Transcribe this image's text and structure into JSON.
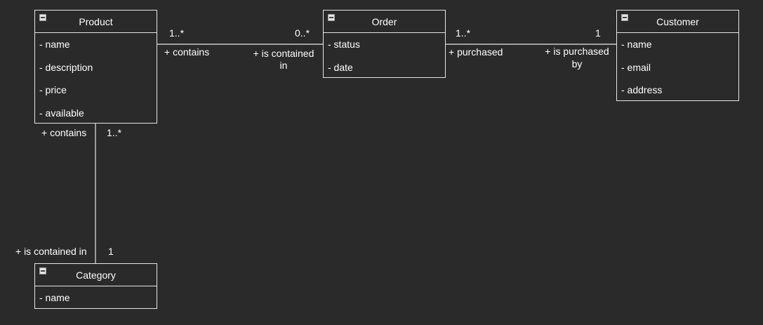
{
  "classes": {
    "product": {
      "name": "Product",
      "attributes": [
        "- name",
        "- description",
        "- price",
        "- available"
      ]
    },
    "order": {
      "name": "Order",
      "attributes": [
        "- status",
        "- date"
      ]
    },
    "customer": {
      "name": "Customer",
      "attributes": [
        "- name",
        "- email",
        "- address"
      ]
    },
    "category": {
      "name": "Category",
      "attributes": [
        "- name"
      ]
    }
  },
  "associations": {
    "product_order": {
      "source_multiplicity": "1..*",
      "target_multiplicity": "0..*",
      "source_role": "+ contains",
      "target_role_line1": "+ is contained",
      "target_role_line2": "in"
    },
    "order_customer": {
      "source_multiplicity": "1..*",
      "target_multiplicity": "1",
      "source_role": "+ purchased",
      "target_role_line1": "+ is purchased",
      "target_role_line2": "by"
    },
    "product_category": {
      "source_role": "+ contains",
      "source_multiplicity": "1..*",
      "target_role": "+ is contained in",
      "target_multiplicity": "1"
    }
  },
  "colors": {
    "background": "#2a2a2a",
    "stroke": "#e6e6e6",
    "text": "#ffffff"
  }
}
